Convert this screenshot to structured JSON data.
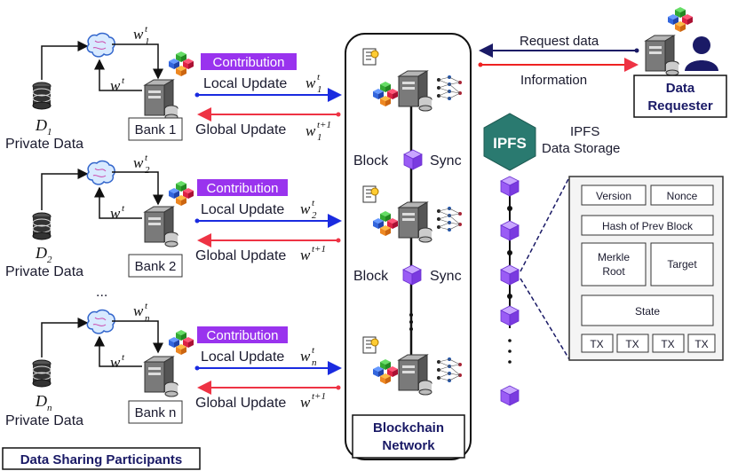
{
  "participants_label": "Data Sharing Participants",
  "network_label_line1": "Blockchain",
  "network_label_line2": "Network",
  "requester_line1": "Data",
  "requester_line2": "Requester",
  "request_data": "Request data",
  "information": "Information",
  "ipfs_logo": "IPFS",
  "ipfs_line1": "IPFS",
  "ipfs_line2": "Data Storage",
  "ellipsis": "...",
  "block_label": "Block",
  "sync_label": "Sync",
  "banks": [
    {
      "bank": "Bank 1",
      "data_var": "D",
      "data_sub": "1",
      "private": "Private Data",
      "local_w_sub": "1",
      "local_w_sup": "t",
      "global_w_sub": "1",
      "global_w_sup": "t+1",
      "loop_sub": "1",
      "loop_sup": "t",
      "wt": "w",
      "wt_sup": "t"
    },
    {
      "bank": "Bank 2",
      "data_var": "D",
      "data_sub": "2",
      "private": "Private Data",
      "local_w_sub": "2",
      "local_w_sup": "t",
      "global_w_sub": "",
      "global_w_sup": "t+1",
      "loop_sub": "2",
      "loop_sup": "t",
      "wt": "w",
      "wt_sup": "t"
    },
    {
      "bank": "Bank n",
      "data_var": "D",
      "data_sub": "n",
      "private": "Private Data",
      "local_w_sub": "n",
      "local_w_sup": "t",
      "global_w_sub": "",
      "global_w_sup": "t+1",
      "loop_sub": "n",
      "loop_sup": "t",
      "wt": "w",
      "wt_sup": "t"
    }
  ],
  "contribution": "Contribution",
  "local_update": "Local Update",
  "global_update": "Global Update",
  "block_detail": {
    "version": "Version",
    "nonce": "Nonce",
    "hash": "Hash of Prev Block",
    "merkle_line1": "Merkle",
    "merkle_line2": "Root",
    "target": "Target",
    "state": "State",
    "tx": [
      "TX",
      "TX",
      "TX",
      "TX"
    ]
  },
  "colors": {
    "contribution_bg": "#9933ee",
    "local_arrow": "#1a2be0",
    "global_arrow": "#ee3344",
    "request_arrow": "#1a1a66",
    "info_arrow": "#ee2222",
    "cube": "#8844ee",
    "ipfs_hex": "#2a7a70",
    "dashed": "#1a1a66"
  }
}
